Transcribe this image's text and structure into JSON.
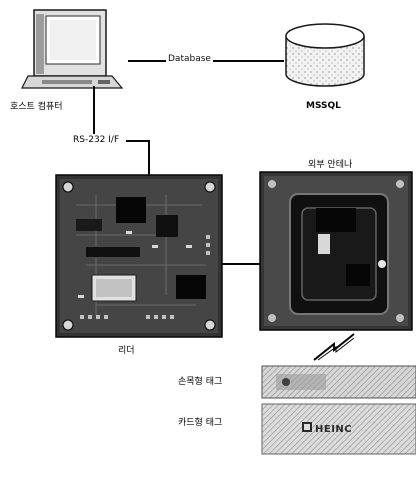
{
  "labels": {
    "host_computer": "호스트 컴퓨터",
    "database_link": "Database",
    "mssql": "MSSQL",
    "rs232": "RS-232 I/F",
    "external_antenna": "외부 안테나",
    "reader": "리더",
    "wrist_tag": "손목형 태그",
    "card_tag": "카드형 태그",
    "card_brand": "HEINC"
  }
}
